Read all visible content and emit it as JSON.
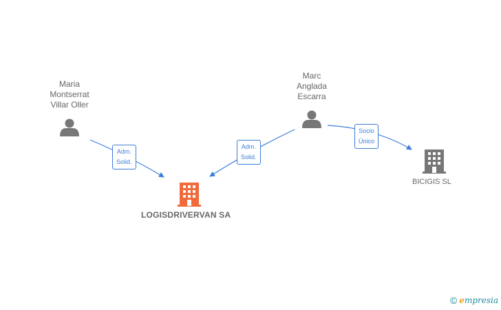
{
  "nodes": {
    "person_1": {
      "name": "Maria\nMontserrat\nVillar Oller",
      "icon": "person-icon"
    },
    "person_2": {
      "name": "Marc\nAnglada\nEscarra",
      "icon": "person-icon"
    },
    "company_main": {
      "name": "LOGISDRIVERVAN SA",
      "icon": "building-icon",
      "color": "#f26a3b"
    },
    "company_2": {
      "name": "BICIGIS SL",
      "icon": "building-icon",
      "color": "#777777"
    }
  },
  "edges": [
    {
      "from": "person_1",
      "to": "company_main",
      "label": "Adm.\nSolid."
    },
    {
      "from": "person_2",
      "to": "company_main",
      "label": "Adm.\nSolid."
    },
    {
      "from": "person_2",
      "to": "company_2",
      "label": "Socio\nÚnico"
    }
  ],
  "colors": {
    "edge": "#3b7dd8",
    "person": "#777777"
  },
  "brand": {
    "copyright": "©",
    "name_initial": "e",
    "name_rest": "mpresia"
  }
}
